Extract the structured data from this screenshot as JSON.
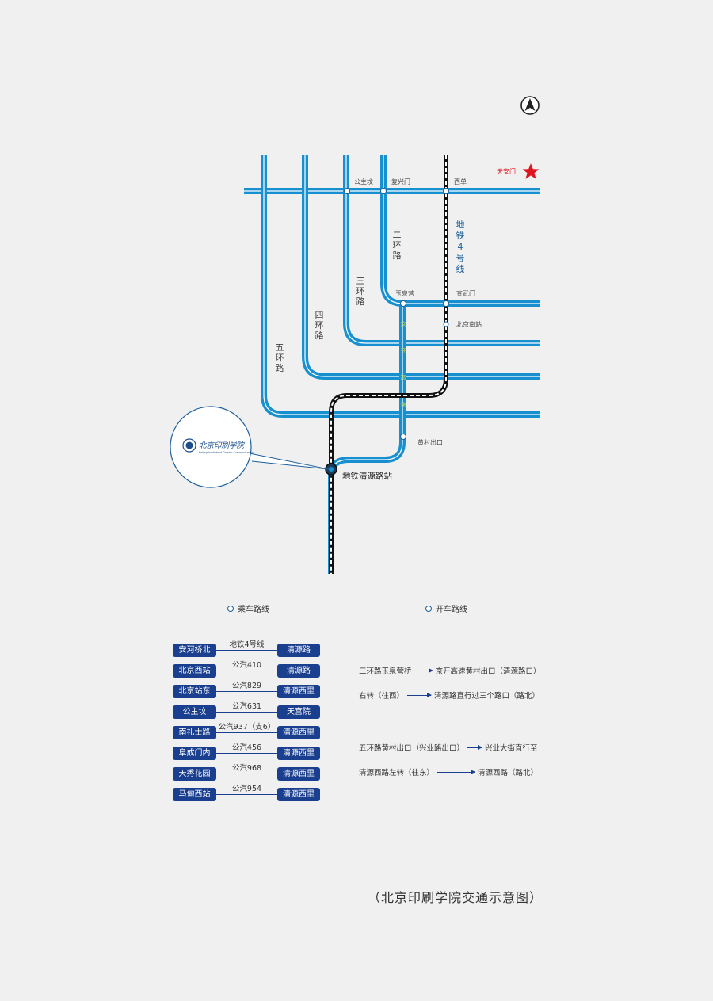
{
  "map": {
    "north_symbol": "A",
    "labels": {
      "tiananmen": "天安门",
      "gongzhufen": "公主坟",
      "fuxingmen": "复兴门",
      "xidan": "西单",
      "yuquanying": "玉泉营",
      "xuanwumen": "宣武门",
      "beijing_south": "北京南站",
      "huangcun_exit": "黄村出口",
      "qingyuan_station": "地铁清源路站",
      "ring2": "二环路",
      "ring3": "三环路",
      "ring4": "四环路",
      "ring5": "五环路",
      "metro4": "地铁4号线",
      "expressway": "京开高速"
    },
    "colors": {
      "road": "#1890d0",
      "road_inner": "#ffffff",
      "metro": "#111111",
      "star": "#e0141e",
      "expressway_text": "#c9d93a"
    },
    "logo": {
      "name": "北京印刷学院",
      "subtitle": "Beijing Institute of Graphic Communication"
    }
  },
  "legend": {
    "ride": "乘车路线",
    "drive": "开车路线"
  },
  "bus_routes": [
    {
      "from": "安河桥北",
      "via": "地铁4号线",
      "to": "清源路"
    },
    {
      "from": "北京西站",
      "via": "公汽410",
      "to": "清源路"
    },
    {
      "from": "北京站东",
      "via": "公汽829",
      "to": "清源西里"
    },
    {
      "from": "公主坟",
      "via": "公汽631",
      "to": "天宫院"
    },
    {
      "from": "南礼士路",
      "via": "公汽937（支6）",
      "to": "清源西里"
    },
    {
      "from": "阜成门内",
      "via": "公汽456",
      "to": "清源西里"
    },
    {
      "from": "天秀花园",
      "via": "公汽968",
      "to": "清源西里"
    },
    {
      "from": "马甸西站",
      "via": "公汽954",
      "to": "清源西里"
    }
  ],
  "drive_routes": [
    {
      "from": "三环路玉泉营桥",
      "to": "京开高速黄村出口（清源路口）"
    },
    {
      "from": "右转（往西）",
      "to": "清源路直行过三个路口（路北）"
    },
    {
      "from": "五环路黄村出口（兴业路出口）",
      "to": "兴业大街直行至"
    },
    {
      "from": "清源西路左转（往东）",
      "to": "清源西路（路北）"
    }
  ],
  "caption": "（北京印刷学院交通示意图）"
}
